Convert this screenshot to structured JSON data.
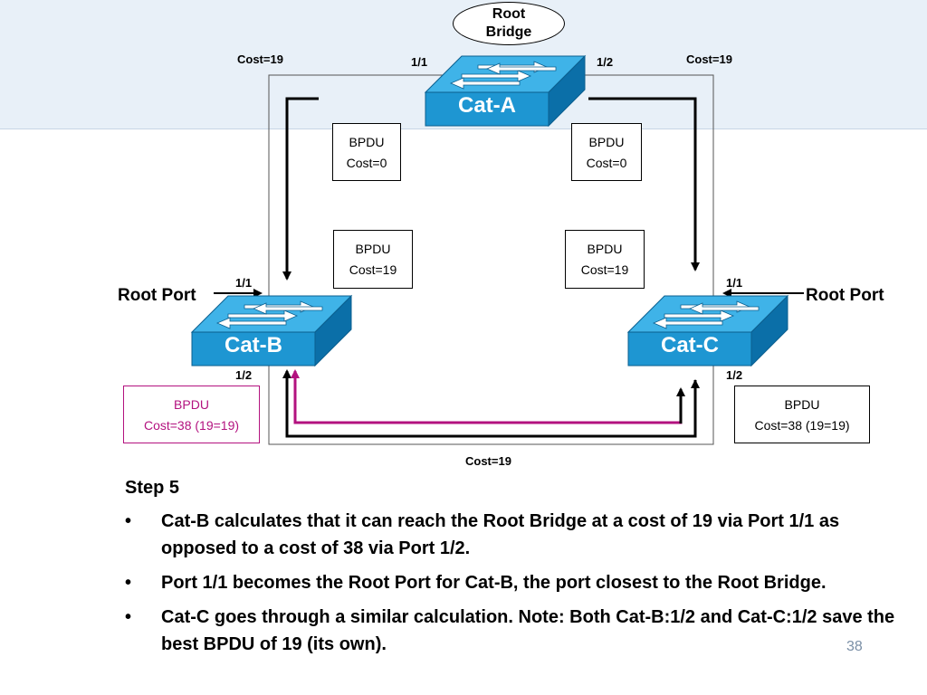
{
  "root_bridge": {
    "line1": "Root",
    "line2": "Bridge"
  },
  "switches": {
    "cat_a": "Cat-A",
    "cat_b": "Cat-B",
    "cat_c": "Cat-C"
  },
  "links": {
    "a_to_b_cost": "Cost=19",
    "a_to_c_cost": "Cost=19",
    "b_to_c_cost": "Cost=19"
  },
  "ports": {
    "a_left": "1/1",
    "a_right": "1/2",
    "b_top": "1/1",
    "b_bottom": "1/2",
    "c_top": "1/1",
    "c_bottom": "1/2"
  },
  "root_port_labels": {
    "b": "Root Port",
    "c": "Root Port"
  },
  "bpdus": [
    {
      "line1": "BPDU",
      "line2": "Cost=0"
    },
    {
      "line1": "BPDU",
      "line2": "Cost=0"
    },
    {
      "line1": "BPDU",
      "line2": "Cost=19"
    },
    {
      "line1": "BPDU",
      "line2": "Cost=19"
    },
    {
      "line1": "BPDU",
      "line2": "Cost=38 (19=19)"
    },
    {
      "line1": "BPDU",
      "line2": "Cost=38 (19=19)"
    }
  ],
  "colors": {
    "switch_blue": "#1e96d2",
    "switch_blue_dark": "#0b6fa8",
    "magenta": "#b3127f",
    "band": "#e8f0f8"
  },
  "text": {
    "step_title": "Step 5",
    "bullet_symbol": "•",
    "bullets": [
      "Cat-B calculates that it can reach the Root Bridge at a cost of 19 via Port 1/1 as opposed to a cost of 38 via Port 1/2.",
      "Port 1/1 becomes the Root Port for Cat-B, the port closest to the Root Bridge.",
      "Cat-C goes through a similar calculation. Note: Both Cat-B:1/2 and Cat-C:1/2 save the best BPDU of 19 (its own)."
    ]
  },
  "page_number": "38"
}
